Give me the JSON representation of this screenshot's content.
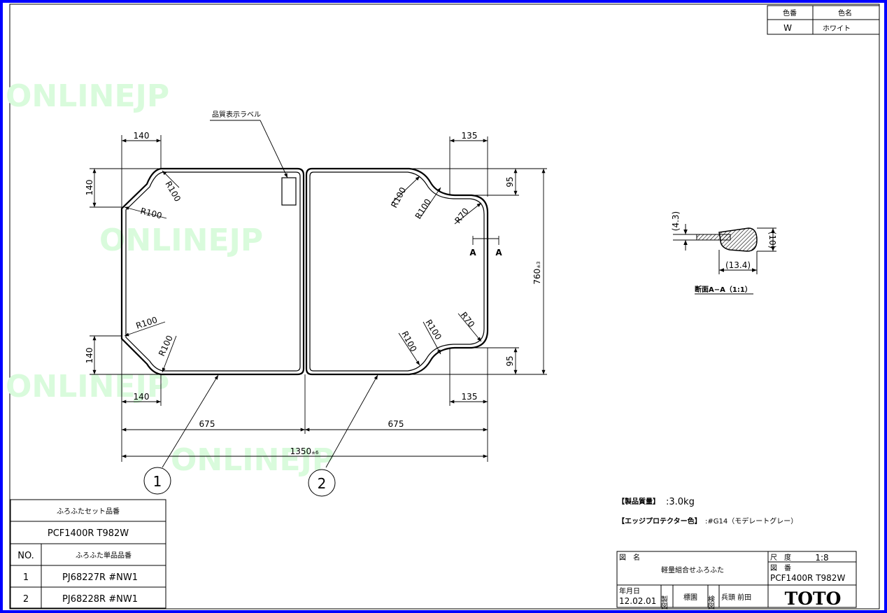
{
  "colors": {
    "frame": "#0000ff",
    "line": "#000000",
    "watermark": "#d9fbdc"
  },
  "watermark": "ONLINEJP",
  "color_table": {
    "head_code": "色番",
    "head_name": "色名",
    "code": "W",
    "name": "ホワイト"
  },
  "quality_label": "品質表示ラベル",
  "dims": {
    "left_corner_w": "140",
    "left_corner_h": "140",
    "right_notch_w": "135",
    "right_notch_h": "95",
    "total_h": "760",
    "total_h_tol": "±3",
    "half_w": "675",
    "total_w": "1350",
    "total_w_tol": "±6",
    "r100": "R100",
    "r70": "R70",
    "section_mark": "A"
  },
  "section": {
    "thickness": "(4.3)",
    "height": "(10)",
    "width": "(13.4)",
    "title": "断面A−A（1:1）"
  },
  "balloons": [
    "1",
    "2"
  ],
  "notes": {
    "mass_label": "【製品質量】",
    "mass_value": ":3.0kg",
    "edge_label": "【エッジプロテクター色】",
    "edge_value": ":#G14（モデレートグレー）"
  },
  "parts_table": {
    "set_title": "ふろふたセット品番",
    "set_number": "PCF1400R T982W",
    "no_header": "NO.",
    "item_header": "ふろふた単品品番",
    "rows": [
      {
        "no": "1",
        "part": "PJ68227R #NW1"
      },
      {
        "no": "2",
        "part": "PJ68228R #NW1"
      }
    ]
  },
  "title_block": {
    "name_label": "図　名",
    "name_value": "軽量組合せふろふた",
    "scale_label": "尺　度",
    "scale_value": "1:8",
    "number_label": "図　番",
    "number_value": "PCF1400R T982W",
    "date_label": "年月日",
    "date_value": "12.02.01",
    "made_label": "製図",
    "made_value": "標園",
    "check_label": "検図",
    "check_value": "兵頭 前田",
    "brand": "TOTO"
  }
}
